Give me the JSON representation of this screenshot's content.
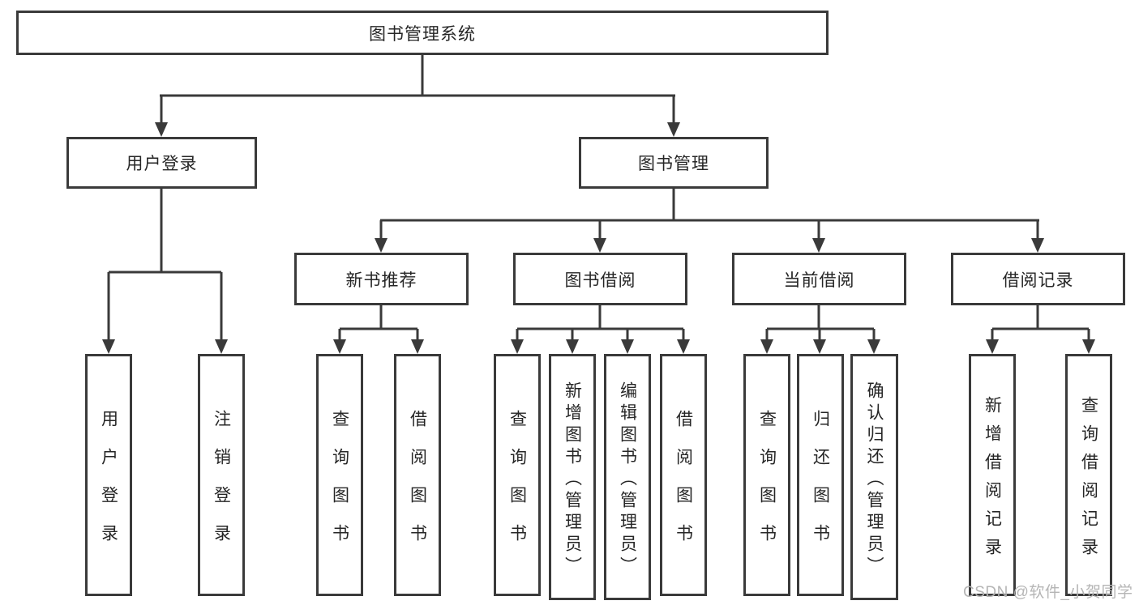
{
  "diagram": {
    "root": "图书管理系统",
    "branches": [
      {
        "label": "用户登录",
        "leaves": [
          "用户登录",
          "注销登录"
        ]
      },
      {
        "label": "图书管理",
        "groups": [
          {
            "label": "新书推荐",
            "leaves": [
              "查询图书",
              "借阅图书"
            ]
          },
          {
            "label": "图书借阅",
            "leaves": [
              "查询图书",
              "新增图书（管理员）",
              "编辑图书（管理员）",
              "借阅图书"
            ]
          },
          {
            "label": "当前借阅",
            "leaves": [
              "查询图书",
              "归还图书",
              "确认归还（管理员）"
            ]
          },
          {
            "label": "借阅记录",
            "leaves": [
              "新增借阅记录",
              "查询借阅记录"
            ]
          }
        ]
      }
    ]
  },
  "watermark": {
    "text": "CSDN @软件_小贺同学"
  },
  "colors": {
    "line": "#3a3a3a",
    "text": "#262626",
    "box_background": "#ffffff",
    "watermark": "#b5b5b5",
    "background": "#ffffff"
  }
}
